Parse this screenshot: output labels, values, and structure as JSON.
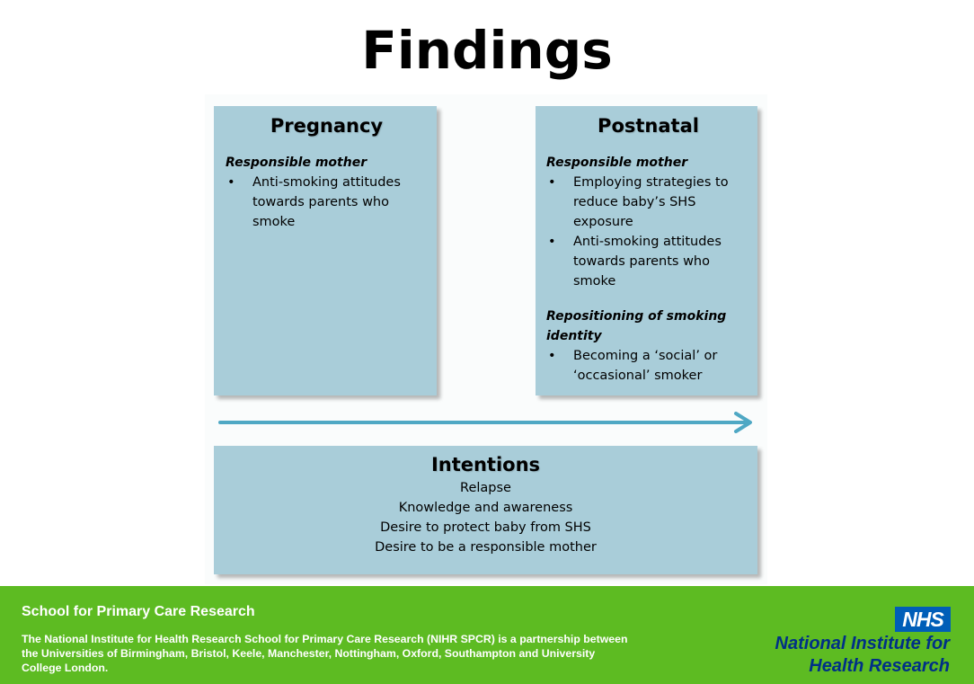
{
  "slide": {
    "title": "Findings"
  },
  "pregnancy": {
    "heading": "Pregnancy",
    "section1_title": "Responsible mother",
    "bullet": "•",
    "items": [
      "Anti-smoking attitudes towards parents who smoke"
    ]
  },
  "postnatal": {
    "heading": "Postnatal",
    "section1_title": "Responsible mother",
    "bullet": "•",
    "section1_items": [
      "Employing strategies to reduce baby’s SHS exposure",
      "Anti-smoking attitudes towards parents who smoke"
    ],
    "section2_title": "Repositioning of smoking identity",
    "section2_items": [
      "Becoming a ‘social’ or ‘occasional’ smoker"
    ]
  },
  "intentions": {
    "heading": "Intentions",
    "items": [
      "Relapse",
      "Knowledge and awareness",
      "Desire to protect baby from SHS",
      "Desire to be a responsible mother"
    ]
  },
  "footer": {
    "title": "School for Primary Care Research",
    "text": "The National Institute for Health Research School for Primary Care Research (NIHR SPCR) is a partnership between the Universities of Birmingham, Bristol, Keele, Manchester, Nottingham, Oxford, Southampton and University College London.",
    "nhs_badge": "NHS",
    "org_line1": "National Institute for",
    "org_line2": "Health Research"
  },
  "colors": {
    "box": "#a9cdd9",
    "arrow": "#4fa8c4",
    "footer": "#5dbb22",
    "nhs_blue": "#005eb8",
    "nihr_navy": "#003087"
  },
  "icons": {
    "arrow": "right-arrow-icon",
    "logo": "nhs-logo-icon"
  }
}
